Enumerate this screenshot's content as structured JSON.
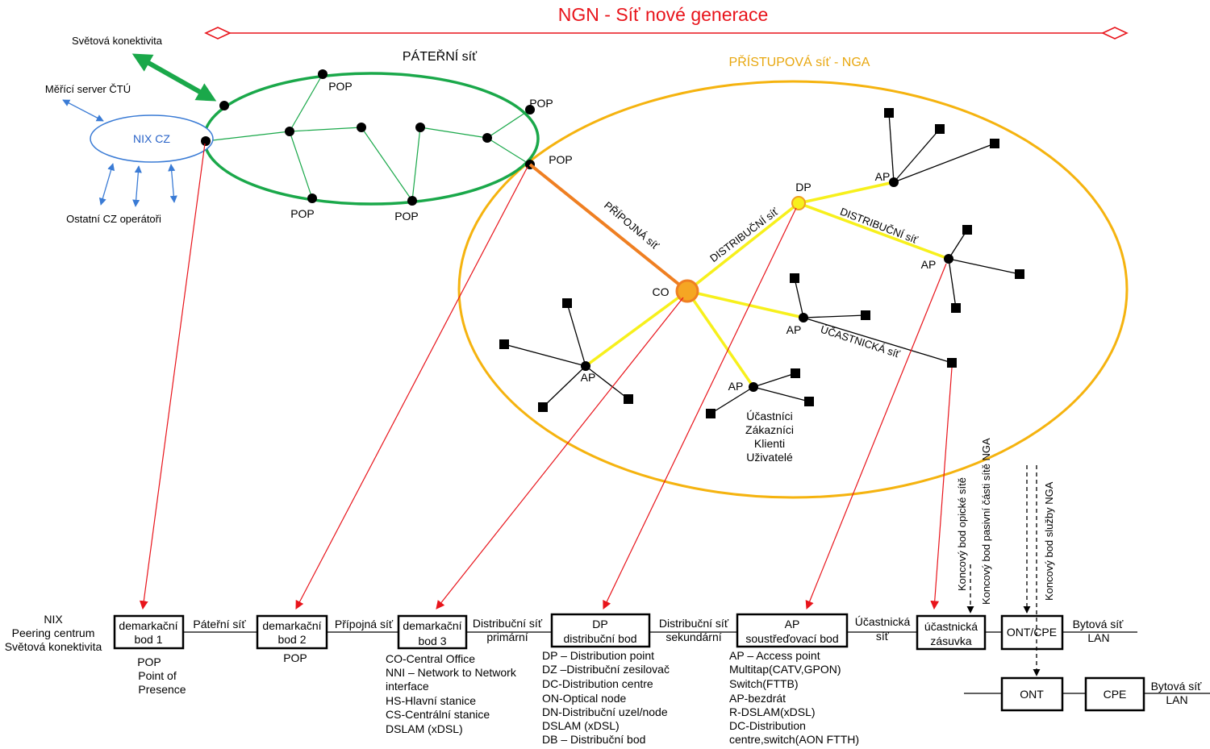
{
  "title": "NGN - Síť nové generace",
  "colors": {
    "ngn_line": "#e8141b",
    "backbone": "#1aa84a",
    "access": "#f5b30f",
    "distribution": "#f7f01c",
    "feeder": "#ef7f22",
    "nix": "#3a7bd5",
    "arrow": "#e8141b"
  },
  "top": {
    "world": "Světová konektivita",
    "meter": "Měřící server ČTÚ",
    "nix": "NIX CZ",
    "others": "Ostatní CZ operátoři",
    "backbone_label": "PÁTEŘNÍ síť",
    "access_label": "PŘÍSTUPOVÁ síť - NGA",
    "pop": "POP",
    "co": "CO",
    "dp": "DP",
    "ap": "AP",
    "feeder_label": "PŘÍPOJNÁ síť",
    "dist_label_1": "DISTRIBUČNÍ síť",
    "dist_label_2": "DISTRIBUČNÍ síť",
    "sub_label": "ÚČASTNICKÁ síť",
    "users": [
      "Účastníci",
      "Zákazníci",
      "Klienti",
      "Uživatelé"
    ]
  },
  "bottom": {
    "left_labels": [
      "NIX",
      "Peering centrum",
      "Světová konektivita"
    ],
    "boxes": {
      "b1": [
        "demarkační",
        "bod 1"
      ],
      "b2": [
        "demarkační",
        "bod 2"
      ],
      "b3": [
        "demarkační",
        "bod 3"
      ],
      "dp": [
        "DP",
        "distribuční bod"
      ],
      "ap": [
        "AP",
        "soustřeďovací  bod"
      ],
      "socket": [
        "účastnická",
        "zásuvka"
      ],
      "ontcpe": "ONT/CPE",
      "ont": "ONT",
      "cpe": "CPE"
    },
    "segments": {
      "s1": "Páteřní síť",
      "s2": "Přípojná síť",
      "s3": [
        "Distribuční síť",
        "primární"
      ],
      "s4": [
        "Distribuční síť",
        "sekundární"
      ],
      "s5": [
        "Účastnická",
        "síť"
      ],
      "s6": [
        "Bytová síť",
        "LAN"
      ],
      "s7": [
        "Bytová síť",
        "LAN"
      ]
    },
    "desc_b1": [
      "POP",
      "Point of",
      "Presence"
    ],
    "desc_b2": [
      "POP"
    ],
    "desc_b3": [
      "CO-Central Office",
      "NNI – Network to Network",
      "interface",
      "HS-Hlavní stanice",
      "CS-Centrální stanice",
      "DSLAM (xDSL)"
    ],
    "desc_dp": [
      "DP – Distribution point",
      "DZ –Distribuční zesilovač",
      "DC-Distribution centre",
      "ON-Optical node",
      "DN-Distribuční uzel/node",
      "DSLAM (xDSL)",
      "DB – Distribuční bod"
    ],
    "desc_ap": [
      "AP – Access point",
      "Multitap(CATV,GPON)",
      "Switch(FTTB)",
      "AP-bezdrát",
      "R-DSLAM(xDSL)",
      "DC-Distribution",
      "centre,switch(AON FTTH)"
    ],
    "vertical": [
      "Koncový bod opické sítě",
      "Koncový bod pasivní části sítě NGA",
      "Koncový bod služby NGA"
    ]
  }
}
